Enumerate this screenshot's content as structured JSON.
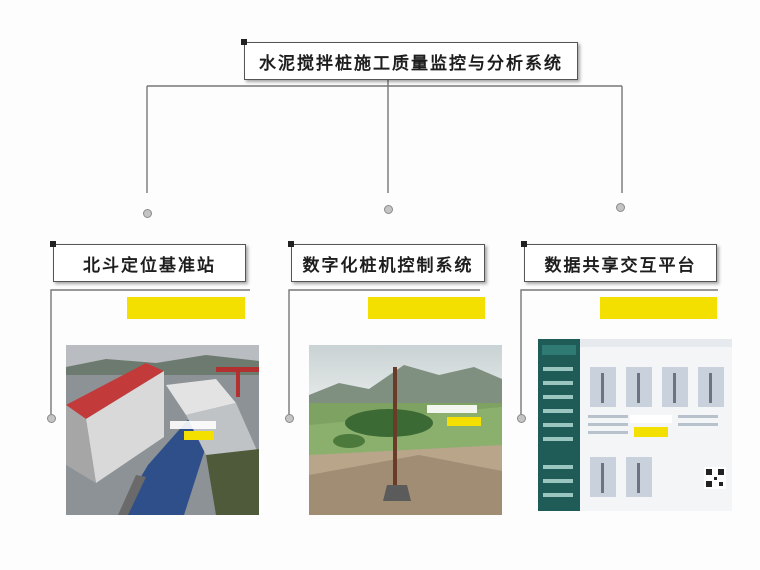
{
  "colors": {
    "background": "#fdfdfd",
    "line": "#777777",
    "highlight_bar": "#f4e000",
    "box_border": "#555555"
  },
  "root": {
    "title": "水泥搅拌桩施工质量监控与分析系统"
  },
  "branches": [
    {
      "label": "北斗定位基准站",
      "photo": "aerial-factory-photo"
    },
    {
      "label": "数字化桩机控制系统",
      "photo": "pile-driver-field-photo"
    },
    {
      "label": "数据共享交互平台",
      "photo": "dashboard-screenshot"
    }
  ]
}
